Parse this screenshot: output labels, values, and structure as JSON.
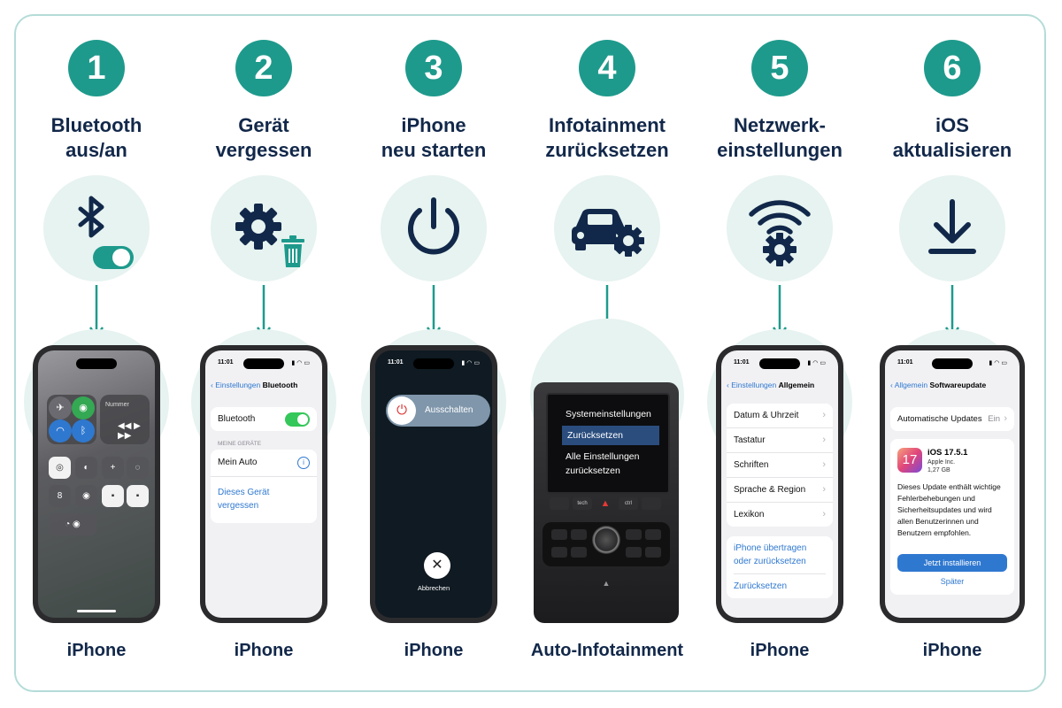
{
  "steps": [
    {
      "number": "1",
      "title_line1": "Bluetooth",
      "title_line2": "aus/an",
      "device": "iPhone",
      "icon": "bluetooth-toggle-icon"
    },
    {
      "number": "2",
      "title_line1": "Gerät",
      "title_line2": "vergessen",
      "device": "iPhone",
      "icon": "gear-trash-icon"
    },
    {
      "number": "3",
      "title_line1": "iPhone",
      "title_line2": "neu starten",
      "device": "iPhone",
      "icon": "power-icon"
    },
    {
      "number": "4",
      "title_line1": "Infotainment",
      "title_line2": "zurücksetzen",
      "device": "Auto-Infotainment",
      "icon": "car-gear-icon"
    },
    {
      "number": "5",
      "title_line1": "Netzwerk-",
      "title_line2": "einstellungen",
      "device": "iPhone",
      "icon": "wifi-gear-icon"
    },
    {
      "number": "6",
      "title_line1": "iOS",
      "title_line2": "aktualisieren",
      "device": "iPhone",
      "icon": "download-icon"
    }
  ],
  "status_time": "11:01",
  "screen1": {
    "media_label": "Nummer",
    "icons": [
      "airplane-icon",
      "cellular-icon",
      "wifi-icon",
      "bluetooth-icon",
      "play-icon",
      "orientation-lock-icon",
      "focus-icon",
      "flashlight-icon",
      "timer-icon",
      "calculator-icon",
      "camera-icon",
      "hearing-icon"
    ]
  },
  "screen2": {
    "back": "Einstellungen",
    "current": "Bluetooth",
    "bluetooth_label": "Bluetooth",
    "section": "MEINE GERÄTE",
    "device": "Mein Auto",
    "info": "i",
    "forget_line1": "Dieses Gerät",
    "forget_line2": "vergessen"
  },
  "screen3": {
    "slider": "Ausschalten",
    "cancel": "Abbrechen"
  },
  "screen4": {
    "menu_title": "Systemeinstellungen",
    "selected": "Zurücksetzen",
    "option_line1": "Alle Einstellungen",
    "option_line2": "zurücksetzen",
    "console_buttons": [
      "tech",
      "ctrl"
    ]
  },
  "screen5": {
    "back": "Einstellungen",
    "current": "Allgemein",
    "items": [
      "Datum & Uhrzeit",
      "Tastatur",
      "Schriften",
      "Sprache & Region",
      "Lexikon"
    ],
    "transfer_line1": "iPhone übertragen",
    "transfer_line2": "oder zurücksetzen",
    "reset": "Zurücksetzen"
  },
  "screen6": {
    "back": "Allgemein",
    "current": "Softwareupdate",
    "auto_label": "Automatische Updates",
    "auto_value": "Ein",
    "ios_badge": "17",
    "ios_name": "iOS 17.5.1",
    "vendor": "Apple Inc.",
    "size": "1,27 GB",
    "description": "Dieses Update enthält wichtige Fehlerbehebungen und Sicherheitsupdates und wird allen Benutzerinnen und Benutzern empfohlen.",
    "install": "Jetzt installieren",
    "later": "Später"
  },
  "colors": {
    "accent": "#1e9a8c",
    "navy": "#12284a",
    "ios_blue": "#2f78d0",
    "ios_green": "#34c759",
    "light_teal": "#e6f3f0"
  }
}
